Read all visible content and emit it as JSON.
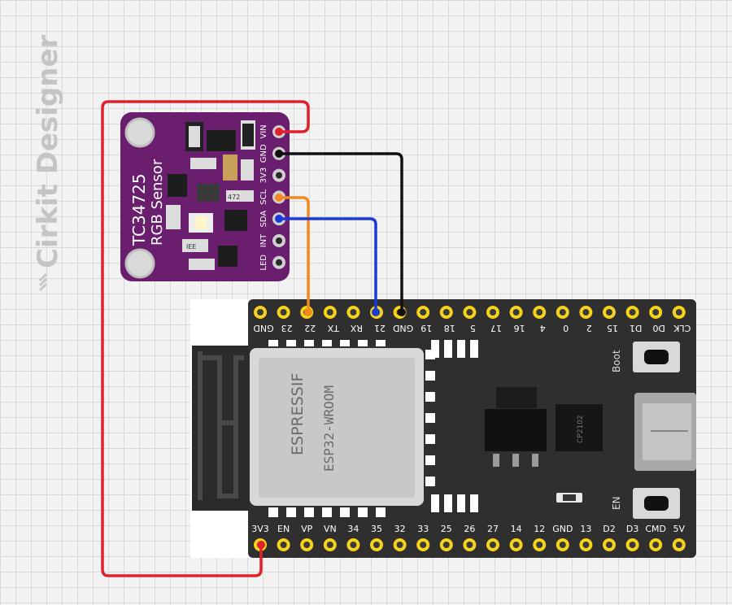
{
  "brand": {
    "name": "Cirkit Designer",
    "logo_icon": "cirkit-logo-icon"
  },
  "sensor": {
    "title": "TC34725",
    "subtitle": "RGB Sensor",
    "pins": [
      "VIN",
      "GND",
      "3V3",
      "SCL",
      "SDA",
      "INT",
      "LED"
    ],
    "resistor_label": "472",
    "ic_label": "IEE"
  },
  "board": {
    "module_brand": "ESPRESSIF",
    "module_model": "ESP32-WROOM",
    "usb_chip": "CP2102",
    "boot_label": "Boot",
    "en_label": "EN",
    "top_pins": [
      "GND",
      "23",
      "22",
      "TX",
      "RX",
      "21",
      "GND",
      "19",
      "18",
      "5",
      "17",
      "16",
      "4",
      "0",
      "2",
      "15",
      "D1",
      "D0",
      "CLK"
    ],
    "bottom_pins": [
      "3V3",
      "EN",
      "VP",
      "VN",
      "34",
      "35",
      "32",
      "33",
      "25",
      "26",
      "27",
      "14",
      "12",
      "GND",
      "13",
      "D2",
      "D3",
      "CMD",
      "5V"
    ]
  },
  "wires": [
    {
      "from": "VIN",
      "to": "3V3",
      "color": "#e0202a"
    },
    {
      "from": "GND",
      "to": "GND",
      "color": "#111111"
    },
    {
      "from": "SCL",
      "to": "22",
      "color": "#f28a1e"
    },
    {
      "from": "SDA",
      "to": "21",
      "color": "#1a3ad6"
    }
  ],
  "colors": {
    "sensor_pcb": "#6a1f6e",
    "board_pcb": "#2f2f2f",
    "pin_gold": "#f6d21c"
  }
}
